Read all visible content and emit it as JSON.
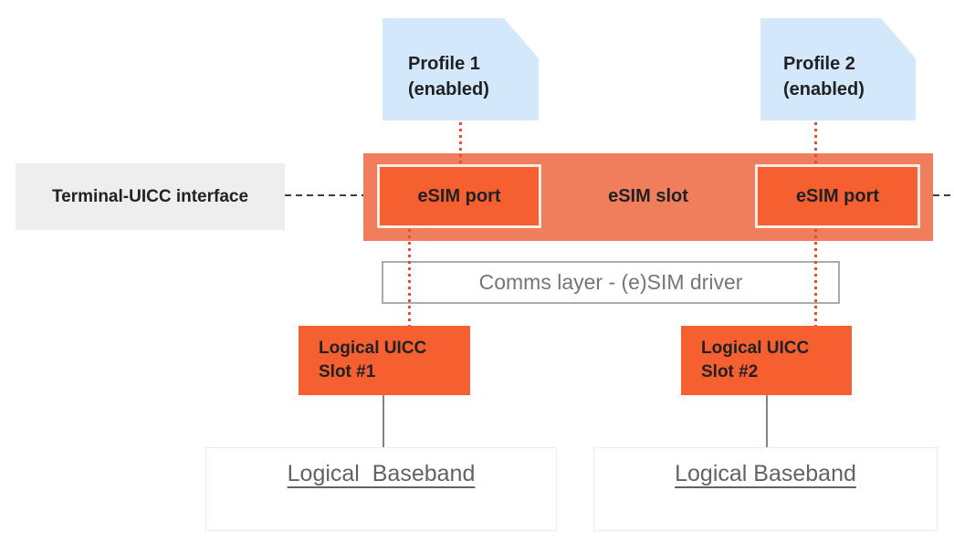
{
  "terminal_interface": {
    "label": "Terminal-UICC interface"
  },
  "profiles": [
    {
      "name": "Profile 1",
      "state": "(enabled)"
    },
    {
      "name": "Profile 2",
      "state": "(enabled)"
    }
  ],
  "esim_slot": {
    "label": "eSIM slot",
    "ports": [
      {
        "label": "eSIM port"
      },
      {
        "label": "eSIM port"
      }
    ]
  },
  "comms_layer": {
    "label": "Comms layer - (e)SIM driver"
  },
  "logical_uicc_slots": [
    {
      "line1": "Logical UICC",
      "line2": "Slot #1"
    },
    {
      "line1": "Logical UICC",
      "line2": "Slot #2"
    }
  ],
  "basebands": [
    {
      "label": "Logical  Baseband"
    },
    {
      "label": "Logical Baseband"
    }
  ],
  "colors": {
    "profile_card": "#D3E8FB",
    "esim_slot": "#F07D5B",
    "esim_port": "#F65F30",
    "esim_port_border": "#FAEDE5",
    "logical_uicc_slot": "#F65F30",
    "interface_label_box": "#EEEEEE",
    "red_dotted_connector": "#E94E35",
    "dashed_connector": "#3C4043",
    "gray_connector": "#80868B",
    "dark_text": "#202124",
    "comms_text": "#757575",
    "baseband_text": "#5F6368"
  }
}
